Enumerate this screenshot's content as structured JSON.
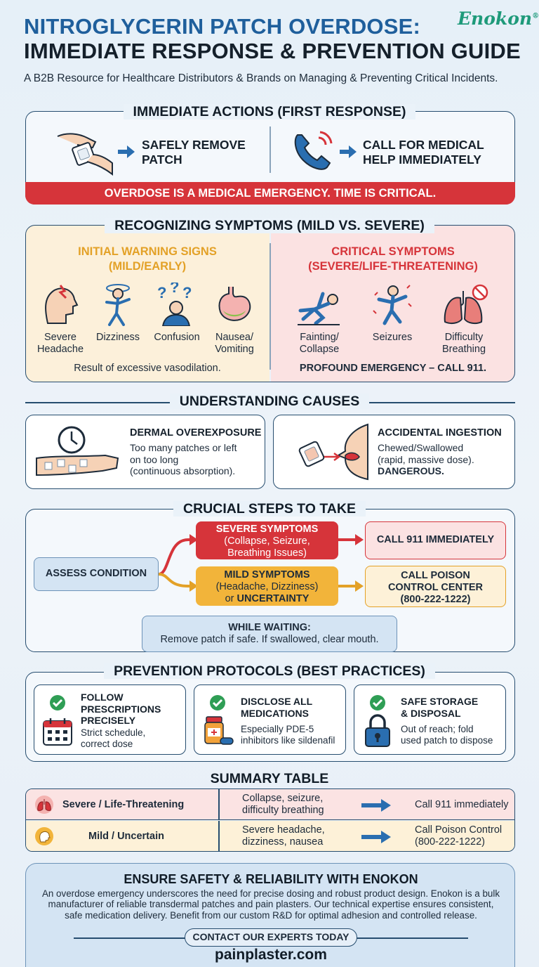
{
  "header": {
    "title_line1": "NITROGLYCERIN PATCH OVERDOSE:",
    "title_line2": "IMMEDIATE RESPONSE & PREVENTION GUIDE",
    "brand": "Enokon",
    "brand_mark": "®",
    "subtitle": "A B2B Resource for Healthcare Distributors & Brands on Managing & Preventing Critical Incidents."
  },
  "immediate": {
    "title": "IMMEDIATE ACTIONS (FIRST RESPONSE)",
    "action1_line1": "SAFELY REMOVE",
    "action1_line2": "PATCH",
    "action2_line1": "CALL FOR MEDICAL",
    "action2_line2": "HELP IMMEDIATELY",
    "banner": "OVERDOSE IS A MEDICAL EMERGENCY. TIME IS CRITICAL."
  },
  "symptoms": {
    "title": "RECOGNIZING SYMPTOMS (MILD VS. SEVERE)",
    "mild_head1": "INITIAL WARNING SIGNS",
    "mild_head2": "(MILD/EARLY)",
    "mild_items": [
      {
        "l1": "Severe",
        "l2": "Headache"
      },
      {
        "l1": "Dizziness",
        "l2": ""
      },
      {
        "l1": "Confusion",
        "l2": ""
      },
      {
        "l1": "Nausea/",
        "l2": "Vomiting"
      }
    ],
    "mild_foot": "Result of excessive vasodilation.",
    "severe_head1": "CRITICAL SYMPTOMS",
    "severe_head2": "(SEVERE/LIFE-THREATENING)",
    "severe_items": [
      {
        "l1": "Fainting/",
        "l2": "Collapse"
      },
      {
        "l1": "Seizures",
        "l2": ""
      },
      {
        "l1": "Difficulty",
        "l2": "Breathing"
      }
    ],
    "severe_foot": "PROFOUND EMERGENCY – CALL 911."
  },
  "causes": {
    "title": "UNDERSTANDING CAUSES",
    "dermal_title": "DERMAL OVEREXPOSURE",
    "dermal_l1": "Too many patches or left",
    "dermal_l2": "on too long",
    "dermal_l3": "(continuous absorption).",
    "ingest_title": "ACCIDENTAL INGESTION",
    "ingest_l1": "Chewed/Swallowed",
    "ingest_l2": "(rapid, massive dose).",
    "ingest_l3": "DANGEROUS."
  },
  "steps": {
    "title": "CRUCIAL STEPS TO TAKE",
    "assess": "ASSESS CONDITION",
    "severe_l1": "SEVERE SYMPTOMS",
    "severe_l2": "(Collapse, Seizure,",
    "severe_l3": "Breathing Issues)",
    "mild_l1": "MILD SYMPTOMS",
    "mild_l2": "(Headache, Dizziness)",
    "mild_l3a": "or ",
    "mild_l3b": "UNCERTAINTY",
    "call911": "CALL 911 IMMEDIATELY",
    "poison_l1": "CALL POISON",
    "poison_l2": "CONTROL CENTER",
    "poison_l3": "(800-222-1222)",
    "waiting_title": "WHILE WAITING:",
    "waiting_text": "Remove patch if safe. If swallowed, clear mouth."
  },
  "prevention": {
    "title": "PREVENTION PROTOCOLS (BEST PRACTICES)",
    "cards": [
      {
        "t1": "FOLLOW",
        "t2": "PRESCRIPTIONS",
        "t3": "PRECISELY",
        "d1": "Strict schedule,",
        "d2": "correct dose"
      },
      {
        "t1": "DISCLOSE ALL",
        "t2": "MEDICATIONS",
        "t3": "",
        "d1": "Especially PDE-5",
        "d2": "inhibitors like sildenafil"
      },
      {
        "t1": "SAFE STORAGE",
        "t2": "& DISPOSAL",
        "t3": "",
        "d1": "Out of reach; fold",
        "d2": "used patch to dispose"
      }
    ]
  },
  "summary": {
    "title": "SUMMARY TABLE",
    "rows": [
      {
        "level": "Severe / Life-Threatening",
        "s1": "Collapse, seizure,",
        "s2": "difficulty breathing",
        "a1": "Call 911 immediately",
        "a2": ""
      },
      {
        "level": "Mild / Uncertain",
        "s1": "Severe headache,",
        "s2": "dizziness, nausea",
        "a1": "Call Poison Control",
        "a2": "(800-222-1222)"
      }
    ]
  },
  "footer": {
    "title": "ENSURE SAFETY & RELIABILITY WITH ENOKON",
    "body_l1": "An overdose emergency underscores the need for precise dosing and robust product design. Enokon is a bulk",
    "body_l2": "manufacturer of reliable transdermal patches and pain plasters. Our technical expertise ensures consistent,",
    "body_l3": "safe medication delivery. Benefit from our custom R&D for optimal adhesion and controlled release.",
    "contact": "CONTACT OUR EXPERTS TODAY",
    "url": "painplaster.com"
  },
  "colors": {
    "brand_blue": "#1f5f9c",
    "emergency_red": "#d6343a",
    "warning_orange": "#e3a127",
    "brand_green": "#1e9a7a",
    "check_green": "#2f9e55"
  }
}
